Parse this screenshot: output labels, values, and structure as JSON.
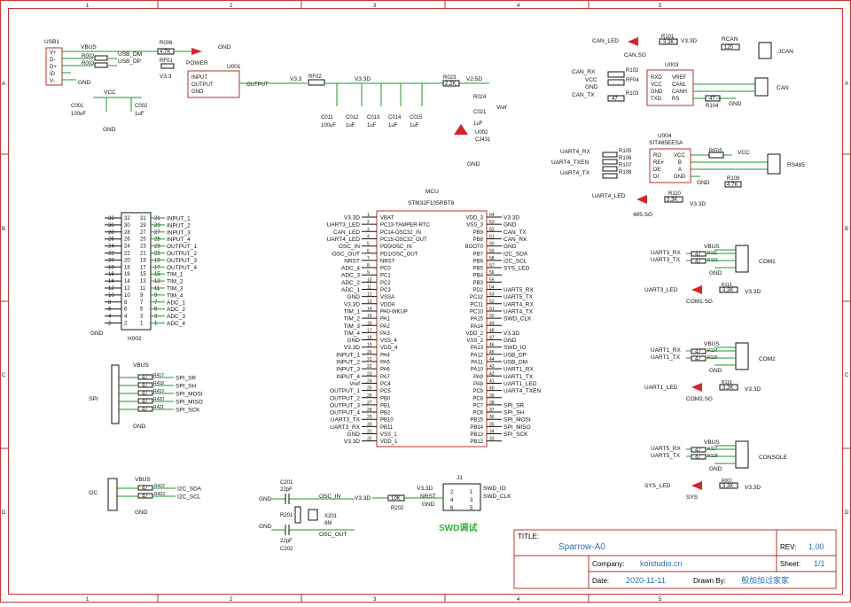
{
  "frame": {
    "cols": [
      "1",
      "2",
      "3",
      "4",
      "5"
    ],
    "rows": [
      "A",
      "B",
      "C",
      "D"
    ]
  },
  "title_block": {
    "title_label": "TITLE:",
    "title": "Sparrow-A0",
    "rev_label": "REV:",
    "rev": "1.00",
    "company_label": "Company:",
    "company": "koistudio.cn",
    "sheet_label": "Sheet:",
    "sheet": "1/1",
    "date_label": "Date:",
    "date": "2020-11-11",
    "drawn_label": "Drawn By:",
    "drawn_by": "般加加过家家"
  },
  "power": {
    "usb_ref": "USB1",
    "usb_pins": [
      "V+",
      "D-",
      "D+",
      "ID",
      "V-"
    ],
    "vbus": "VBUS",
    "usb_dm": "USB_DM",
    "usb_dp": "USB_DP",
    "r002": "R002",
    "r003": "R003",
    "r_val0": "0",
    "r006": "R006",
    "r006_val": "4.7K",
    "r007": "RF01",
    "r007_val": "0",
    "led_power": "POWER",
    "gnd": "GND",
    "vcc": "VCC",
    "v33": "V3.3",
    "v33d": "V3.3D",
    "v25": "V2.5D",
    "c001": "C001",
    "c001_val": "100uF",
    "c002": "C002",
    "c002_val": "1uF",
    "u001": "U001",
    "u001_in": "INPUT",
    "u001_out": "OUTPUT",
    "u001_gnd": "GND",
    "u001_out2": "OUTPUT",
    "rf02": "RF02",
    "c011": "C011",
    "c011_val": "100uF",
    "c012": "C012",
    "c013": "C013",
    "c014": "C014",
    "c015": "C015",
    "c_1uf": "1uF",
    "r023": "R023",
    "r023_val": "2.2K",
    "r024": "R024",
    "c021": "C021",
    "c021_val": "1uF",
    "u002": "U002",
    "u002_val": "CJ431",
    "vref": "Vref"
  },
  "can": {
    "can_led": "CAN_LED",
    "r101": "R101",
    "r101_val": "3.3K",
    "can_sg": "CAN.SG",
    "v33d": "V3.3D",
    "can_rx": "CAN_RX",
    "vcc": "VCC",
    "gnd": "GND",
    "can_tx": "CAN_TX",
    "u003": "U003",
    "u003_pins_l": [
      "RXD",
      "VCC",
      "GND",
      "TXD"
    ],
    "u003_pins_r": [
      "VREF",
      "CANL",
      "CANH",
      "RS"
    ],
    "rcan": "RCAN",
    "rcan_val": "120",
    "jcan": "JCAN",
    "can_conn": "CAN",
    "r102": "R102",
    "r103": "R103",
    "r104": "R104",
    "rf04": "RF04",
    "r47": "47"
  },
  "rs485": {
    "u004": "U004",
    "u004_val": "SIT485EESA",
    "u4_rx": "UART4_RX",
    "u4_txen": "UART4_TXEN",
    "u4_tx": "UART4_TX",
    "pins_l": [
      "RO",
      "RE#",
      "DE",
      "DI"
    ],
    "pins_r": [
      "VCC",
      "B",
      "A",
      "GND"
    ],
    "rs485": "RS485",
    "r105": "R105",
    "r106": "R106",
    "r107": "R107",
    "r108": "R108",
    "r109": "R109",
    "r109_val": "4.7K",
    "rf05": "RF05",
    "u4_led": "UART4_LED",
    "r110": "R110",
    "r110_val": "3.3K",
    "led485": "485.SG"
  },
  "mcu": {
    "ref": "MCU",
    "part": "STM32F105RBT6",
    "left_pins": [
      "VBAT",
      "PC13-TAMPER-RTC",
      "PC14-OSC32_IN",
      "PC15-OSC32_OUT",
      "PD0/OSC_IN",
      "PD1/OSC_OUT",
      "NRST",
      "PC0",
      "PC1",
      "PC2",
      "PC3",
      "VSSA",
      "VDDA",
      "PA0-WKUP",
      "PA1",
      "PA2",
      "PA3",
      "VSS_4",
      "VDD_4",
      "PA4",
      "PA5",
      "PA6",
      "PA7",
      "PC4",
      "PC5",
      "PB0",
      "PB1",
      "PB2",
      "PB10",
      "PB11",
      "VSS_1",
      "VDD_1"
    ],
    "left_nums": [
      "1",
      "2",
      "3",
      "4",
      "5",
      "6",
      "7",
      "8",
      "9",
      "10",
      "11",
      "12",
      "13",
      "14",
      "15",
      "16",
      "17",
      "18",
      "19",
      "20",
      "21",
      "22",
      "23",
      "24",
      "25",
      "26",
      "27",
      "28",
      "29",
      "30",
      "31",
      "32"
    ],
    "left_nets": [
      "V3.3D",
      "UART3_LED",
      "CAN_LED",
      "UART4_LED",
      "OSC_IN",
      "OSC_OUT",
      "NRST",
      "ADC_4",
      "ADC_3",
      "ADC_2",
      "ADC_1",
      "GND",
      "V3.3D",
      "TIM_1",
      "TIM_2",
      "TIM_3",
      "TIM_4",
      "GND",
      "V3.3D",
      "INPUT_1",
      "INPUT_2",
      "INPUT_3",
      "INPUT_4",
      "Vref",
      "OUTPUT_1",
      "OUTPUT_2",
      "OUTPUT_3",
      "OUTPUT_4",
      "UART3_TX",
      "UART3_RX",
      "GND",
      "V3.3D"
    ],
    "right_pins": [
      "VDD_3",
      "VSS_3",
      "PB9",
      "PB8",
      "BOOT0",
      "PB7",
      "PB6",
      "PB5",
      "PB4",
      "PB3",
      "PD2",
      "PC12",
      "PC11",
      "PC10",
      "PA15",
      "PA14",
      "VDD_2",
      "VSS_2",
      "PA13",
      "PA12",
      "PA11",
      "PA10",
      "PA9",
      "PA8",
      "PC9",
      "PC8",
      "PC7",
      "PC6",
      "PB15",
      "PB14",
      "PB13",
      "PB12"
    ],
    "right_nums": [
      "64",
      "63",
      "62",
      "61",
      "60",
      "59",
      "58",
      "57",
      "56",
      "55",
      "54",
      "53",
      "52",
      "51",
      "50",
      "49",
      "48",
      "47",
      "46",
      "45",
      "44",
      "43",
      "42",
      "41",
      "40",
      "39",
      "38",
      "37",
      "36",
      "35",
      "34",
      "33"
    ],
    "right_nets": [
      "V3.3D",
      "GND",
      "CAN_TX",
      "CAN_RX",
      "GND",
      "I2C_SDA",
      "I2C_SCL",
      "SYS_LED",
      "",
      "",
      "UART5_RX",
      "UART5_TX",
      "UART4_RX",
      "UART4_TX",
      "SWD_CLK",
      "",
      "V3.3D",
      "GND",
      "SWD_IO",
      "USB_DP",
      "USB_DM",
      "UART1_RX",
      "UART1_TX",
      "UART1_LED",
      "UART4_TXEN",
      "",
      "SPI_SR",
      "SPI_SH",
      "SPI_MOSI",
      "SPI_MISO",
      "SPI_SCK",
      ""
    ]
  },
  "h002": {
    "ref": "H002",
    "nums_l": [
      "32",
      "30",
      "28",
      "26",
      "24",
      "22",
      "20",
      "18",
      "16",
      "14",
      "12",
      "10",
      "8",
      "6",
      "4",
      "2"
    ],
    "nums_r": [
      "31",
      "29",
      "27",
      "25",
      "23",
      "21",
      "19",
      "17",
      "15",
      "13",
      "11",
      "9",
      "7",
      "5",
      "3",
      "1"
    ],
    "nets": [
      "INPUT_1",
      "INPUT_2",
      "INPUT_3",
      "INPUT_4",
      "OUTPUT_1",
      "OUTPUT_2",
      "OUTPUT_3",
      "OUTPUT_4",
      "TIM_1",
      "TIM_2",
      "TIM_3",
      "TIM_4",
      "ADC_1",
      "ADC_2",
      "ADC_3",
      "ADC_4"
    ],
    "gnd": "GND"
  },
  "spi": {
    "ref": "SPI",
    "vbus": "VBUS",
    "gnd": "GND",
    "resistors": [
      "R417",
      "R418",
      "R419",
      "R420",
      "R421"
    ],
    "r47": "47",
    "nets": [
      "SPI_SR",
      "SPI_SH",
      "SPI_MOSI",
      "SPI_MISO",
      "SPI_SCK"
    ]
  },
  "i2c": {
    "ref": "I2C",
    "vbus": "VBUS",
    "gnd": "GND",
    "resistors": [
      "R422",
      "R423"
    ],
    "r47": "47",
    "nets": [
      "I2C_SDA",
      "I2C_SCL"
    ]
  },
  "osc": {
    "c201": "C201",
    "c202": "C202",
    "c_val": "22pF",
    "r201": "R201",
    "x201": "X201",
    "x_val": "8M",
    "osc_in": "OSC_IN",
    "osc_out": "OSC_OUT",
    "gnd": "GND"
  },
  "swd": {
    "ref": "J1",
    "title": "SWD调试",
    "v33d": "V3.3D",
    "nrst": "NRST",
    "gnd": "GND",
    "r202": "R202",
    "r202_val": "10K",
    "pins_l": [
      "2",
      "4",
      "6"
    ],
    "pins_r": [
      "1",
      "3",
      "5"
    ],
    "swd_io": "SWD_IO",
    "swd_clk": "SWD_CLK"
  },
  "coms": [
    {
      "label": "COM1",
      "vbus": "VBUS",
      "tx_net": "UART3_RX",
      "rx_net": "UART3_TX",
      "r1": "R111",
      "r2": "R112",
      "led_net": "UART3_LED",
      "led": "COM1.SG",
      "r_led": "R113",
      "r_led_val": "3.3K",
      "gnd": "GND"
    },
    {
      "label": "COM2",
      "vbus": "VBUS",
      "tx_net": "UART1_RX",
      "rx_net": "UART1_TX",
      "r1": "R114",
      "r2": "R115",
      "led_net": "UART1_LED",
      "led": "COM2.SG",
      "r_led": "R116",
      "r_led_val": "3.3K",
      "gnd": "GND"
    },
    {
      "label": "CONSOLE",
      "vbus": "VBUS",
      "tx_net": "UART5_RX",
      "rx_net": "UART5_TX",
      "r1": "R117",
      "r2": "R118",
      "led_net": "SYS_LED",
      "led": "SYS",
      "r_led": "R007",
      "r_led_val": "3.3K",
      "gnd": "GND"
    }
  ],
  "r47": "47",
  "v33d": "V3.3D"
}
